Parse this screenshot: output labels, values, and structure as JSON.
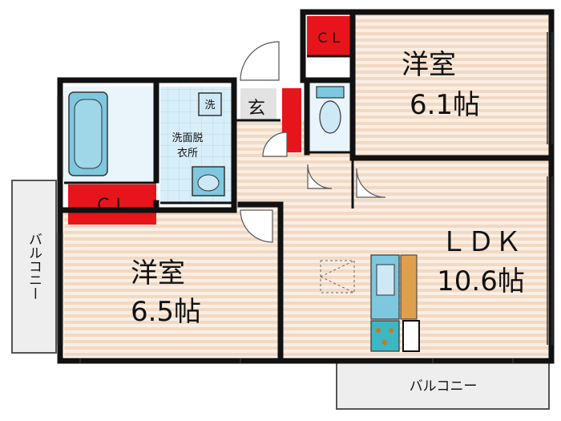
{
  "rooms": {
    "western_room_1": {
      "name": "洋室",
      "size": "6.1帖"
    },
    "western_room_2": {
      "name": "洋室",
      "size": "6.5帖"
    },
    "ldk": {
      "name": "ＬＤＫ",
      "size": "10.6帖"
    }
  },
  "closet_top": "ＣＬ",
  "closet_left": "ＣＬ",
  "entrance": "玄",
  "washroom": {
    "line1": "洗面脱",
    "line2": "衣所"
  },
  "washer": "洗",
  "balcony_left": "バルコニー",
  "balcony_bottom": "バルコニー",
  "colors": {
    "floor_stripe": "#f2d9c4",
    "closet_red": "#e8141c",
    "water_blue": "#7ec8df",
    "tile_blue": "#cfe8f6",
    "kitchen_counter": "#dfa04e",
    "balcony": "#eeeeee",
    "wall": "#111111"
  }
}
